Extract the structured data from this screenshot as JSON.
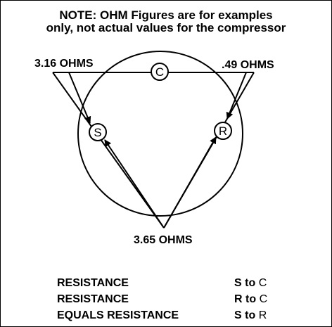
{
  "note": {
    "line1": "NOTE:  OHM Figures are for examples",
    "line2": "only, not actual values for the compressor"
  },
  "diagram": {
    "terminals": {
      "c": "C",
      "s": "S",
      "r": "R"
    },
    "readings": {
      "s_to_c": "3.16 OHMS",
      "r_to_c": ".49 OHMS",
      "s_to_r": "3.65 OHMS"
    }
  },
  "legend": [
    {
      "label": "RESISTANCE",
      "from": "S",
      "connector": "to",
      "to": "C"
    },
    {
      "label": "RESISTANCE",
      "from": "R",
      "connector": "to",
      "to": "C"
    },
    {
      "label": "EQUALS RESISTANCE",
      "from": "S",
      "connector": "to",
      "to": "R"
    }
  ],
  "colors": {
    "line": "#000000",
    "background": "#ffffff"
  }
}
